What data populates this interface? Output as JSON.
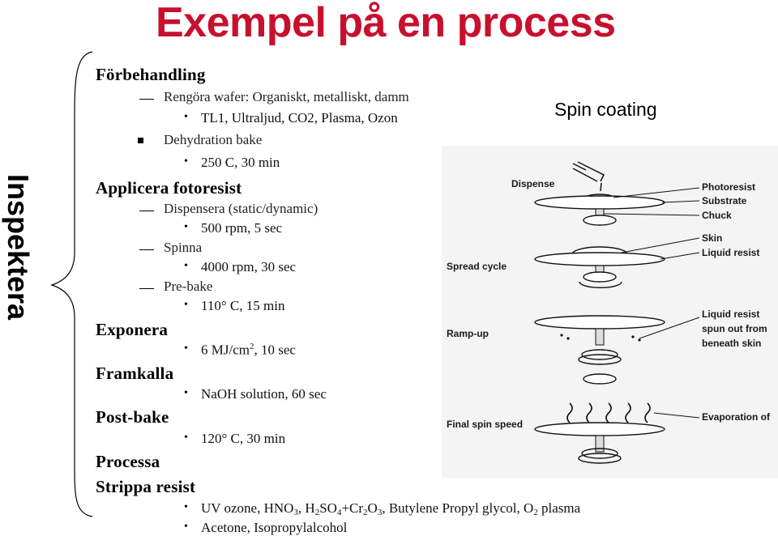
{
  "title": "Exempel på en process",
  "side_label": "Inspektera",
  "spin_coating": {
    "title": "Spin coating",
    "steps": [
      "Dispense",
      "Spread cycle",
      "Ramp-up",
      "Final spin speed"
    ],
    "labels": [
      "Photoresist",
      "Substrate",
      "Chuck",
      "Skin",
      "Liquid resist",
      "Liquid resist",
      "spun out from",
      "beneath skin",
      "Evaporation of"
    ]
  },
  "outline": {
    "forbehandling": "Förbehandling",
    "rengora": "Rengöra wafer: Organiskt, metalliskt, damm",
    "tl1": "TL1, Ultraljud, CO2, Plasma, Ozon",
    "dehydration": "Dehydration bake",
    "deh_val": "250 C, 30 min",
    "applicera": "Applicera fotoresist",
    "dispensera": "Dispensera (static/dynamic)",
    "disp_val": "500 rpm, 5 sec",
    "spinna": "Spinna",
    "spin_val": "4000 rpm, 30 sec",
    "prebake": "Pre-bake",
    "pre_val": "110° C, 15 min",
    "exponera": "Exponera",
    "exp_val_a": "6 MJ/cm",
    "exp_val_sup": "2",
    "exp_val_b": ", 10 sec",
    "framkalla": "Framkalla",
    "fram_val": "NaOH solution, 60 sec",
    "postbake": "Post-bake",
    "post_val": "120° C, 30 min",
    "processa": "Processa",
    "strippa": "Strippa resist",
    "uv": {
      "p1": "UV ozone, HNO",
      "s1": "3",
      "p2": ", H",
      "s2": "2",
      "p3": "SO",
      "s3": "4",
      "p4": "+Cr",
      "s4": "2",
      "p5": "O",
      "s5": "3",
      "p6": ", Butylene Propyl glycol, O",
      "s6": "2",
      "p7": " plasma"
    },
    "acetone": "Acetone, Isopropylalcohol"
  }
}
